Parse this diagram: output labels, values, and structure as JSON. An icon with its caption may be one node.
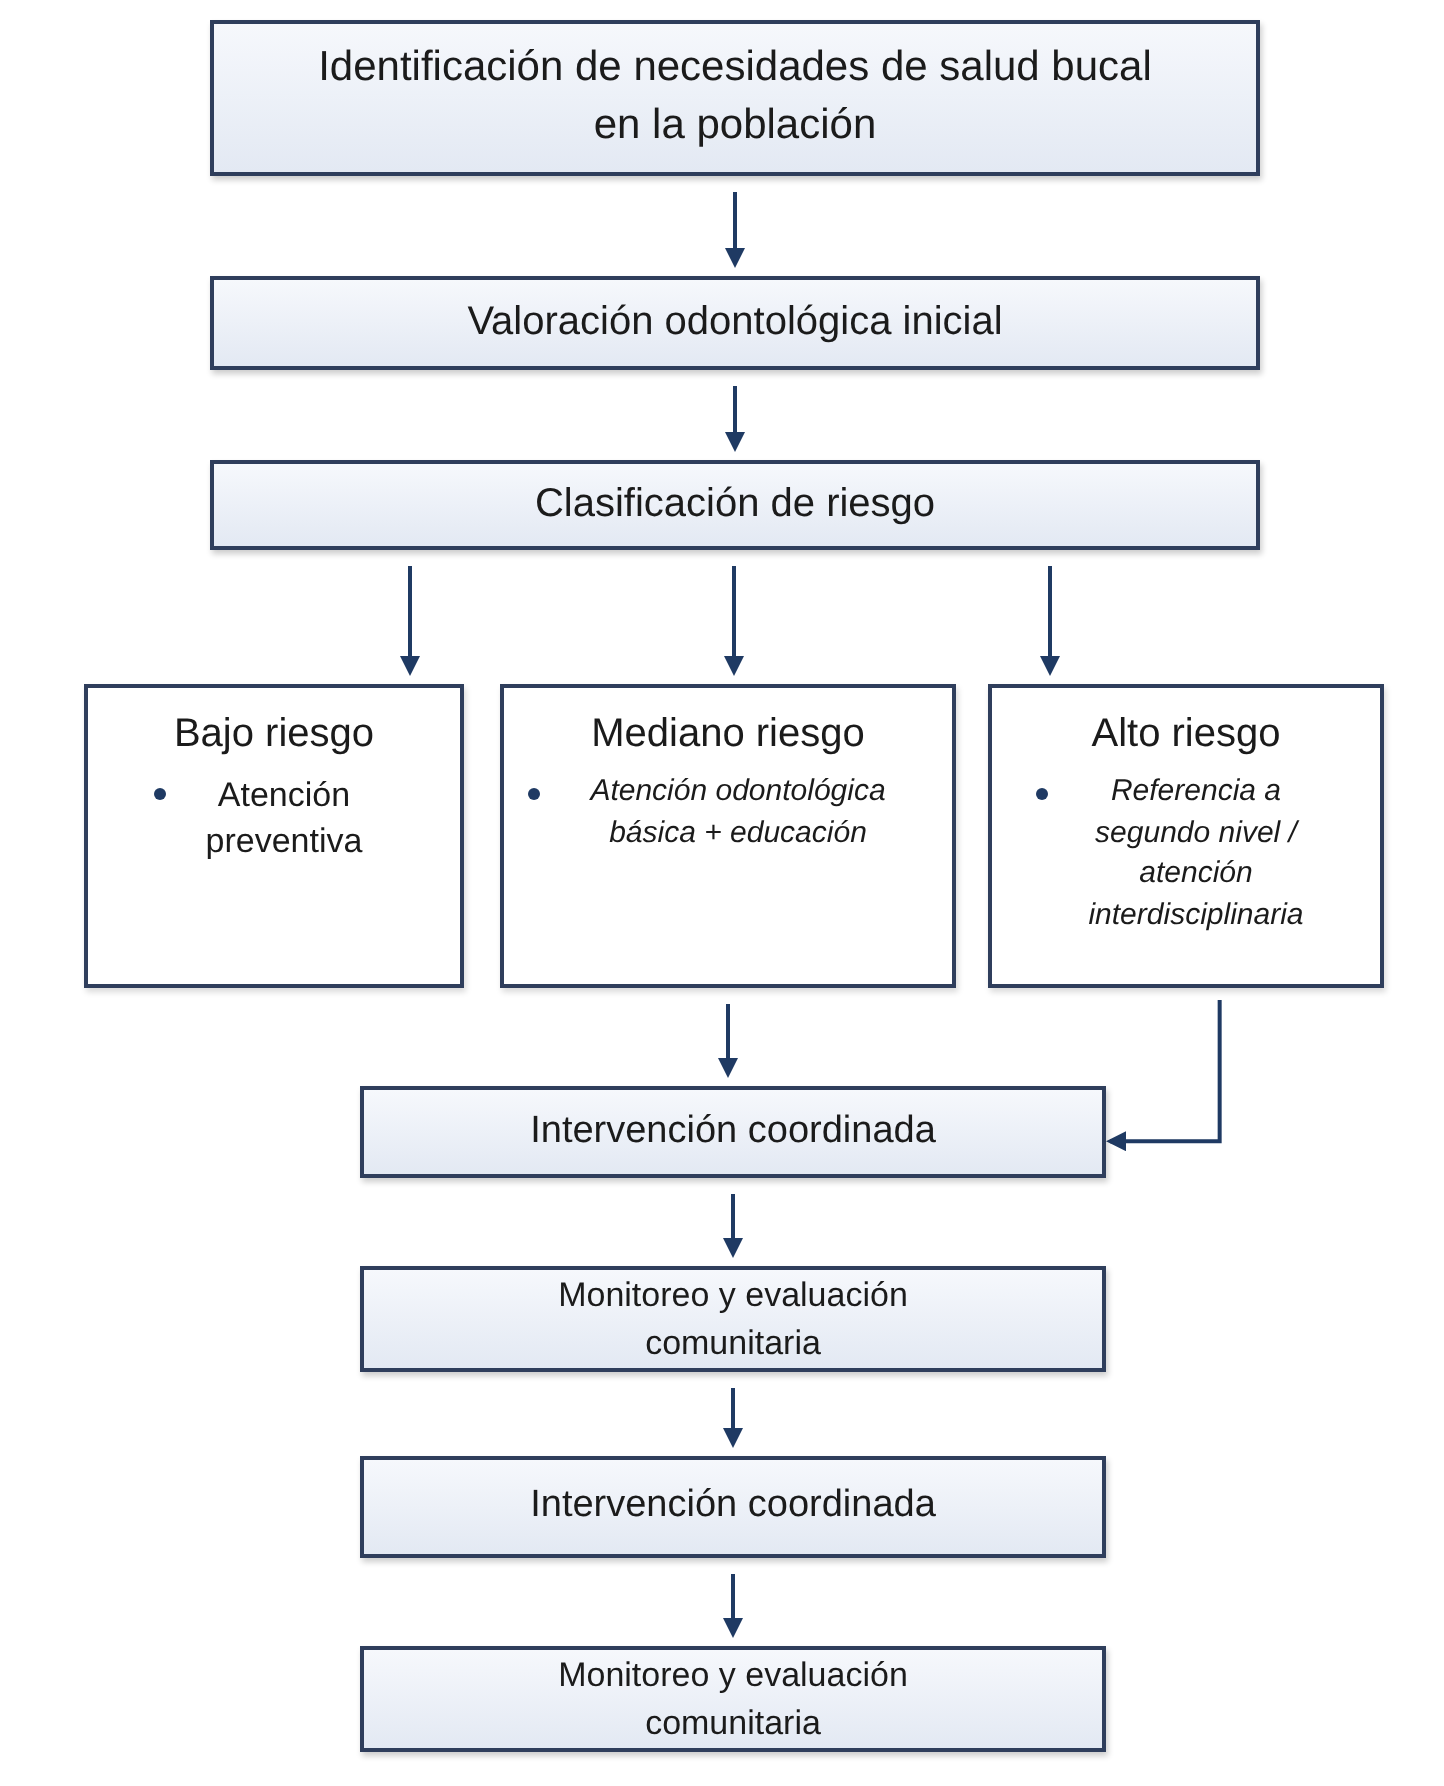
{
  "diagram": {
    "nodes": [
      {
        "text": [
          "Identificación de necesidades de salud bucal en la población"
        ]
      },
      {
        "text": [
          "Valoración odontológica inicial"
        ]
      },
      {
        "text": [
          "Clasificación de riesgo"
        ]
      },
      {
        "text": [
          "Bajo riesgo",
          "Atención preventiva"
        ]
      },
      {
        "text": [
          "Mediano riesgo",
          "Atención odontológica básica + educación"
        ]
      },
      {
        "text": [
          "Alto riesgo",
          "Referencia a segundo nivel / atención interdisciplinaria"
        ]
      },
      {
        "text": [
          "Intervención coordinada"
        ]
      },
      {
        "text": [
          "Monitoreo y evaluación comunitaria"
        ]
      },
      {
        "text": [
          "Intervención coordinada"
        ]
      },
      {
        "text": [
          "Monitoreo y evaluación comunitaria"
        ]
      }
    ],
    "edges": [
      {
        "from": 0,
        "to": 1,
        "arrow": "to"
      },
      {
        "from": 1,
        "to": 2,
        "arrow": "to"
      },
      {
        "from": 2,
        "to": 3,
        "arrow": "to"
      },
      {
        "from": 2,
        "to": 4,
        "arrow": "to"
      },
      {
        "from": 2,
        "to": 5,
        "arrow": "to"
      },
      {
        "from": 4,
        "to": 6,
        "arrow": "to"
      },
      {
        "from": 5,
        "to": 6,
        "arrow": "to"
      },
      {
        "from": 6,
        "to": 7,
        "arrow": "to"
      },
      {
        "from": 7,
        "to": 8,
        "arrow": "to"
      },
      {
        "from": 8,
        "to": 9,
        "arrow": "to"
      }
    ]
  }
}
